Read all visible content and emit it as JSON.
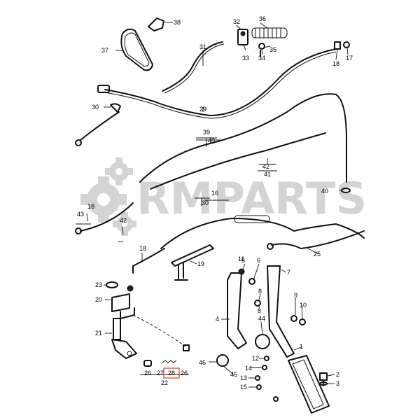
{
  "watermark": {
    "text": "RMPARTS",
    "color": "#d4d4d4"
  },
  "highlight_color": "#d33333",
  "callouts": [
    {
      "id": "c1",
      "label": "1"
    },
    {
      "id": "c2",
      "label": "2"
    },
    {
      "id": "c3",
      "label": "3"
    },
    {
      "id": "c4",
      "label": "4"
    },
    {
      "id": "c5",
      "label": "5"
    },
    {
      "id": "c6",
      "label": "6"
    },
    {
      "id": "c7",
      "label": "7"
    },
    {
      "id": "c8a",
      "label": "8"
    },
    {
      "id": "c8b",
      "label": "8"
    },
    {
      "id": "c9",
      "label": "9"
    },
    {
      "id": "c10",
      "label": "10"
    },
    {
      "id": "c11",
      "label": "11"
    },
    {
      "id": "c12",
      "label": "12"
    },
    {
      "id": "c13",
      "label": "13"
    },
    {
      "id": "c14",
      "label": "14"
    },
    {
      "id": "c15",
      "label": "15"
    },
    {
      "id": "c16",
      "label": "16"
    },
    {
      "id": "c17",
      "label": "17"
    },
    {
      "id": "c18a",
      "label": "18"
    },
    {
      "id": "c18b",
      "label": "18"
    },
    {
      "id": "c18c",
      "label": "18"
    },
    {
      "id": "c19",
      "label": "19"
    },
    {
      "id": "c20",
      "label": "20"
    },
    {
      "id": "c21",
      "label": "21"
    },
    {
      "id": "c22",
      "label": "22"
    },
    {
      "id": "c23",
      "label": "23"
    },
    {
      "id": "c25",
      "label": "25"
    },
    {
      "id": "c26a",
      "label": "26"
    },
    {
      "id": "c26b",
      "label": "26"
    },
    {
      "id": "c27",
      "label": "27"
    },
    {
      "id": "c28",
      "label": "28"
    },
    {
      "id": "c29",
      "label": "29"
    },
    {
      "id": "c30a",
      "label": "30"
    },
    {
      "id": "c30b",
      "label": "30"
    },
    {
      "id": "c31",
      "label": "31"
    },
    {
      "id": "c32",
      "label": "32"
    },
    {
      "id": "c33",
      "label": "33"
    },
    {
      "id": "c34",
      "label": "34"
    },
    {
      "id": "c35",
      "label": "35"
    },
    {
      "id": "c36",
      "label": "36"
    },
    {
      "id": "c37",
      "label": "37"
    },
    {
      "id": "c38",
      "label": "38"
    },
    {
      "id": "c39",
      "label": "39"
    },
    {
      "id": "c40a",
      "label": "40"
    },
    {
      "id": "c40b",
      "label": "40"
    },
    {
      "id": "c41",
      "label": "41"
    },
    {
      "id": "c42a",
      "label": "42"
    },
    {
      "id": "c42b",
      "label": "42"
    },
    {
      "id": "c43",
      "label": "43"
    },
    {
      "id": "c44",
      "label": "44"
    },
    {
      "id": "c45",
      "label": "45"
    },
    {
      "id": "c46",
      "label": "46"
    }
  ],
  "highlighted_callout": "28"
}
